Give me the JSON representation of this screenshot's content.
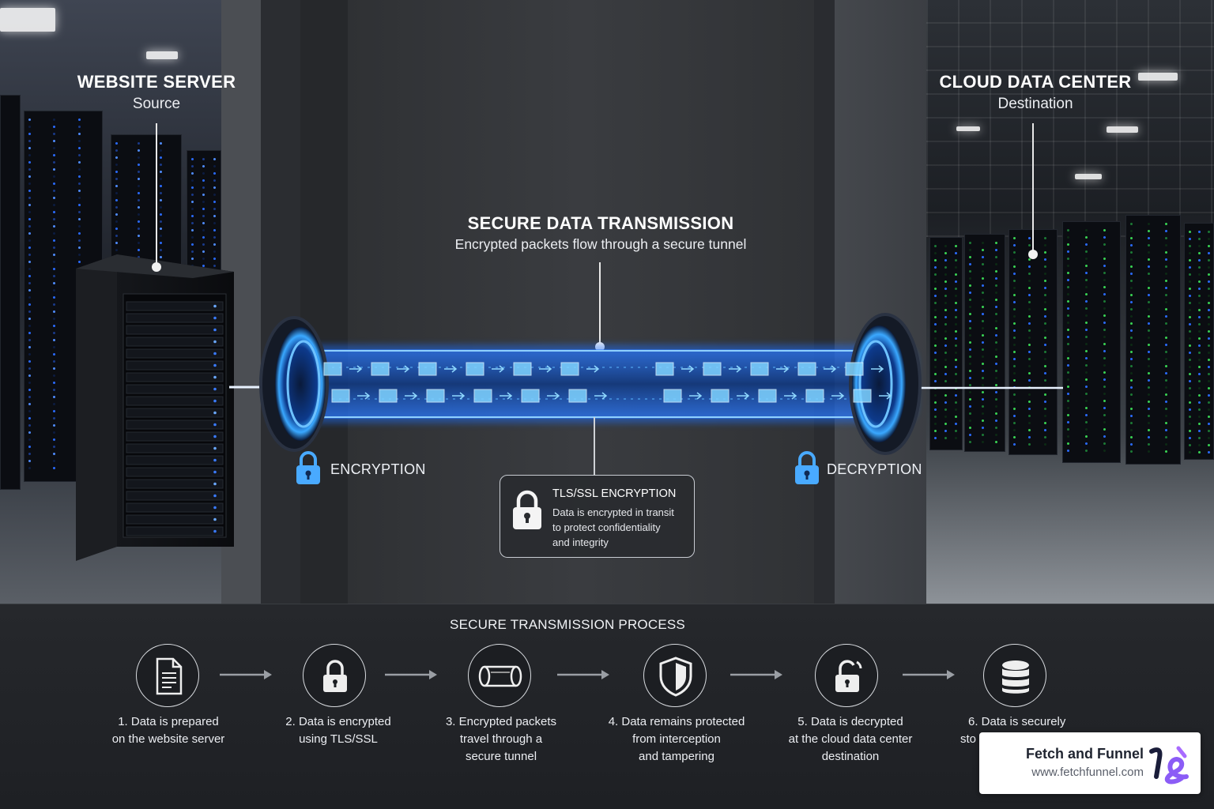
{
  "source": {
    "title": "WEBSITE SERVER",
    "subtitle": "Source"
  },
  "destination": {
    "title": "CLOUD DATA CENTER",
    "subtitle": "Destination"
  },
  "transmission": {
    "title": "SECURE DATA TRANSMISSION",
    "subtitle": "Encrypted packets flow through a secure tunnel"
  },
  "encryption_label": "ENCRYPTION",
  "decryption_label": "DECRYPTION",
  "tls": {
    "title": "TLS/SSL ENCRYPTION",
    "line1": "Data is encrypted in transit",
    "line2": "to protect confidentiality",
    "line3": "and integrity"
  },
  "process": {
    "title": "SECURE TRANSMISSION PROCESS",
    "steps": [
      {
        "icon": "document-icon",
        "line1": "1.  Data is prepared",
        "line2": "on the website server",
        "line3": ""
      },
      {
        "icon": "lock-icon",
        "line1": "2.  Data is encrypted",
        "line2": "using TLS/SSL",
        "line3": ""
      },
      {
        "icon": "tunnel-icon",
        "line1": "3.  Encrypted packets",
        "line2": "travel through a",
        "line3": "secure tunnel"
      },
      {
        "icon": "shield-icon",
        "line1": "4.  Data remains protected",
        "line2": "from interception",
        "line3": "and tampering"
      },
      {
        "icon": "unlock-icon",
        "line1": "5.  Data is decrypted",
        "line2": "at the cloud data center",
        "line3": "destination"
      },
      {
        "icon": "database-icon",
        "line1": "6.  Data is securely",
        "line2": "sto",
        "line3": ""
      }
    ]
  },
  "brand": {
    "name": "Fetch and Funnel",
    "url": "www.fetchfunnel.com",
    "logo_text": "Fetch and Funnel"
  },
  "colors": {
    "accent_blue": "#3aa8ff",
    "glow_blue": "#1f6fff",
    "panel_bg": "#1f2125"
  }
}
